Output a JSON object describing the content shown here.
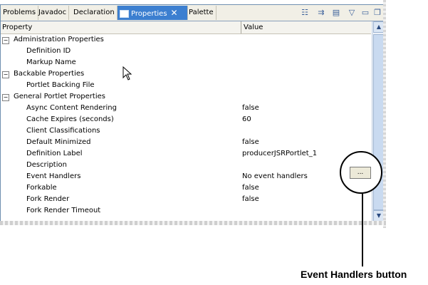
{
  "tabs": [
    {
      "label": "Problems",
      "active": false
    },
    {
      "label": "Javadoc",
      "active": false
    },
    {
      "label": "Declaration",
      "active": false
    },
    {
      "label": "Properties",
      "active": true
    },
    {
      "label": "Palette",
      "active": false
    }
  ],
  "tab_close_glyph": "✕",
  "toolbar_icons": [
    "categories-icon",
    "filter-advanced-icon",
    "restore-default-icon",
    "view-menu-icon",
    "minimize-icon",
    "maximize-icon"
  ],
  "columns": {
    "property": "Property",
    "value": "Value"
  },
  "rows": [
    {
      "type": "category",
      "label": "Administration Properties",
      "value": ""
    },
    {
      "type": "item",
      "label": "Definition ID",
      "value": ""
    },
    {
      "type": "item",
      "label": "Markup Name",
      "value": ""
    },
    {
      "type": "category",
      "label": "Backable Properties",
      "value": ""
    },
    {
      "type": "item",
      "label": "Portlet Backing File",
      "value": ""
    },
    {
      "type": "category",
      "label": "General Portlet Properties",
      "value": ""
    },
    {
      "type": "item",
      "label": "Async Content Rendering",
      "value": "false"
    },
    {
      "type": "item",
      "label": "Cache Expires (seconds)",
      "value": "60"
    },
    {
      "type": "item",
      "label": "Client Classifications",
      "value": ""
    },
    {
      "type": "item",
      "label": "Default Minimized",
      "value": "false"
    },
    {
      "type": "item",
      "label": "Definition Label",
      "value": "producerJSRPortlet_1"
    },
    {
      "type": "item",
      "label": "Description",
      "value": ""
    },
    {
      "type": "item",
      "label": "Event Handlers",
      "value": "No event handlers"
    },
    {
      "type": "item",
      "label": "Forkable",
      "value": "false"
    },
    {
      "type": "item",
      "label": "Fork Render",
      "value": "false"
    },
    {
      "type": "item",
      "label": "Fork Render Timeout",
      "value": ""
    }
  ],
  "ellipsis_button": "...",
  "callout_label": "Event Handlers button",
  "colors": {
    "active_tab": "#3c7fd0",
    "panel_border": "#6f8fb0"
  }
}
